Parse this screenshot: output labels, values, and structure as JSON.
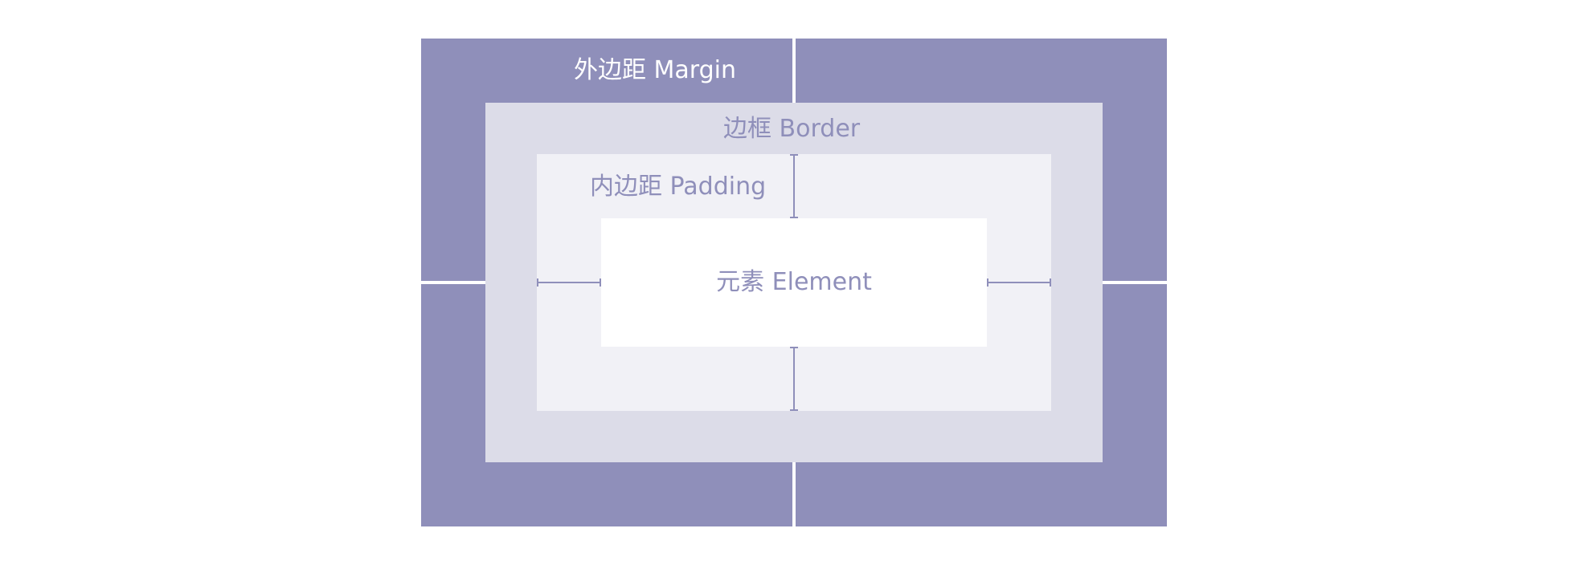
{
  "labels": {
    "margin": "外边距 Margin",
    "border": "边框 Border",
    "padding": "内边距 Padding",
    "element": "元素 Element"
  },
  "colors": {
    "margin": "#8f8fba",
    "border": "#dcdce8",
    "padding": "#f1f1f6",
    "element": "#ffffff",
    "text_on_margin": "#ffffff",
    "text": "#8f8fba",
    "gap": "#ffffff",
    "measure_line": "#8f8fba"
  }
}
